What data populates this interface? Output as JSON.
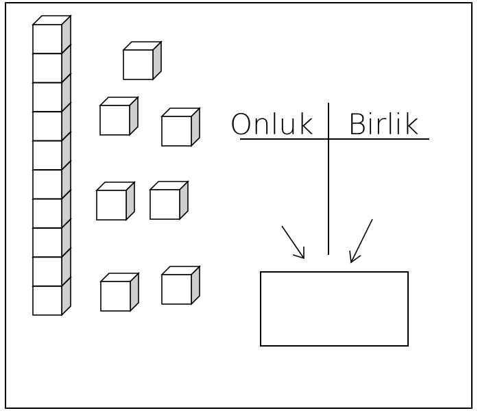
{
  "place_value_chart": {
    "tens_label": "Onluk",
    "ones_label": "Birlik",
    "answer_box_value": ""
  },
  "blocks": {
    "ten_rod_cubes": 10,
    "unit_cubes": 7
  },
  "colors": {
    "stroke": "#000000",
    "face": "#ffffff",
    "top": "#ffffff",
    "side": "#cfcfcf"
  }
}
